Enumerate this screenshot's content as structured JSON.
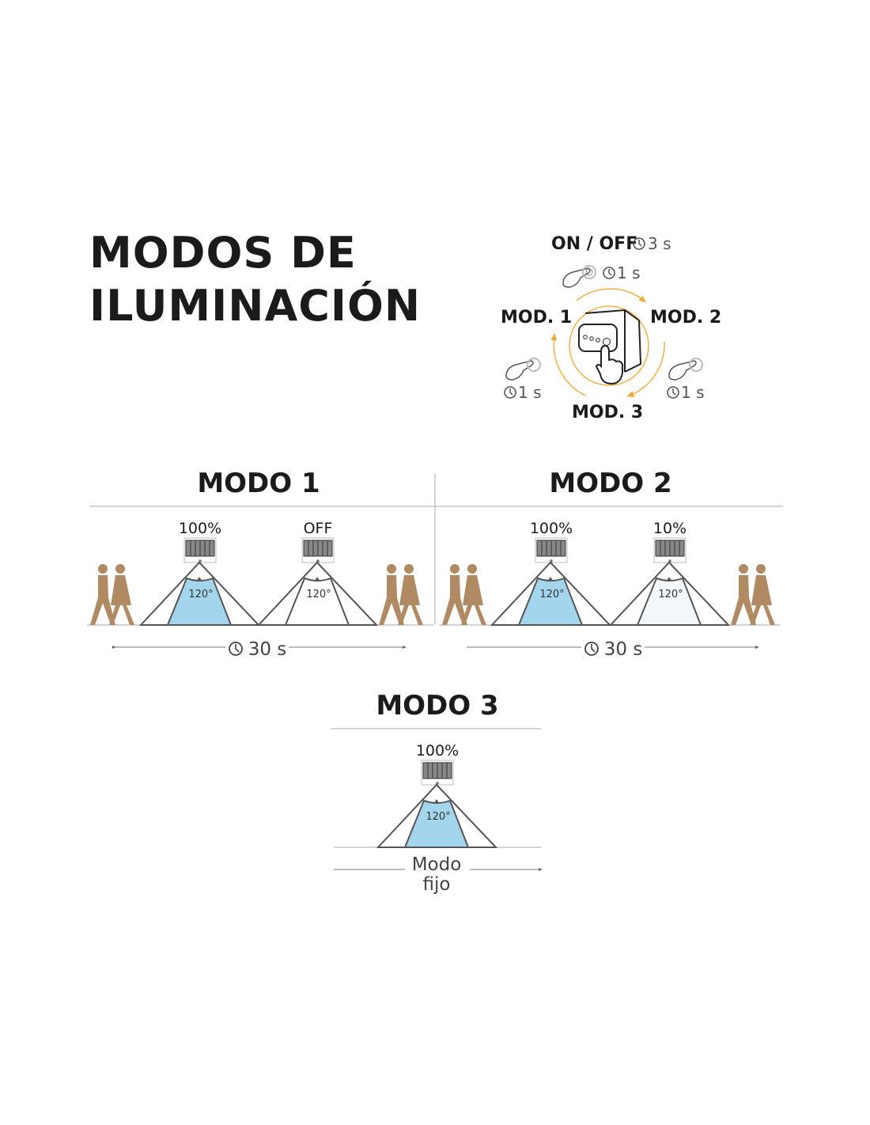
{
  "title": {
    "line1": "MODOS DE",
    "line2": "ILUMINACIÓN"
  },
  "control": {
    "on_off": "ON / OFF",
    "on_off_time": "3 s",
    "press_top_time": "1 s",
    "press_left_time": "1 s",
    "press_right_time": "1 s",
    "mod1": "MOD. 1",
    "mod2": "MOD. 2",
    "mod3": "MOD. 3"
  },
  "modes": [
    {
      "title": "MODO 1",
      "lamps": [
        {
          "label": "100%",
          "angle": "120°",
          "fill": "#a3d6ec"
        },
        {
          "label": "OFF",
          "angle": "120°",
          "fill": "#ffffff"
        }
      ],
      "duration": "30 s"
    },
    {
      "title": "MODO 2",
      "lamps": [
        {
          "label": "100%",
          "angle": "120°",
          "fill": "#a3d6ec"
        },
        {
          "label": "10%",
          "angle": "120°",
          "fill": "#f2f8fc"
        }
      ],
      "duration": "30 s"
    },
    {
      "title": "MODO 3",
      "lamps": [
        {
          "label": "100%",
          "angle": "120°",
          "fill": "#a3d6ec"
        }
      ],
      "duration_line1": "Modo",
      "duration_line2": "fijo"
    }
  ],
  "colors": {
    "accent": "#f0a830",
    "person": "#b08a62",
    "beam": "#a3d6ec",
    "line": "#555555"
  }
}
